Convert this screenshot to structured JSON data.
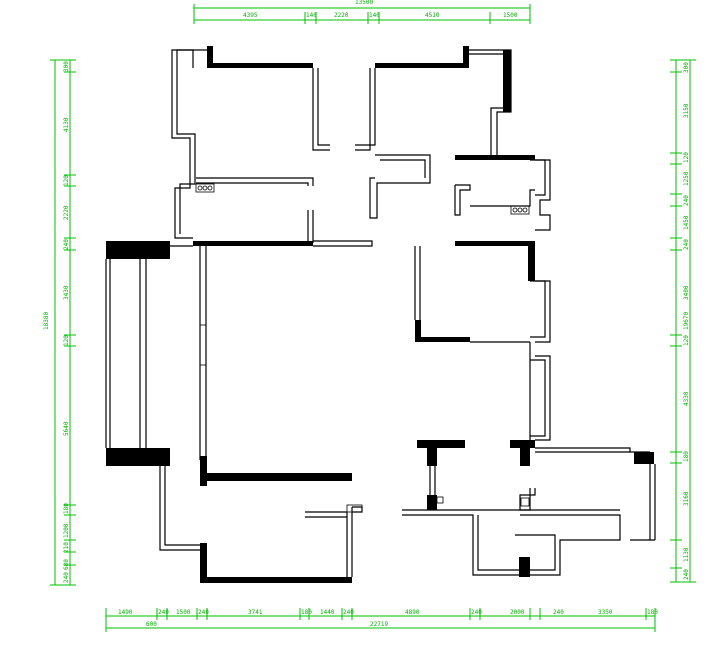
{
  "top_dims": {
    "total": "13500",
    "segments": [
      "4395",
      "140",
      "2220",
      "140",
      "4510",
      "1500"
    ]
  },
  "bottom_dims": {
    "segments": [
      "1490",
      "240",
      "1500",
      "240",
      "3741",
      "180",
      "1440",
      "240",
      "4890",
      "240",
      "2000",
      "240",
      "3350",
      "180"
    ],
    "left_small": "600",
    "total": "22719"
  },
  "left_dims": {
    "total": "18380",
    "segments": [
      "300",
      "4130",
      "120",
      "2220",
      "240",
      "3430",
      "120",
      "5640",
      "180",
      "1200",
      "210",
      "680",
      "240"
    ]
  },
  "right_dims": {
    "total": "19670",
    "segments": [
      "300",
      "3150",
      "120",
      "1250",
      "240",
      "1450",
      "240",
      "3400",
      "120",
      "4330",
      "180",
      "3160",
      "1130",
      "240"
    ]
  },
  "colors": {
    "dimension": "#00c000",
    "wall": "#000000",
    "background": "#ffffff"
  }
}
